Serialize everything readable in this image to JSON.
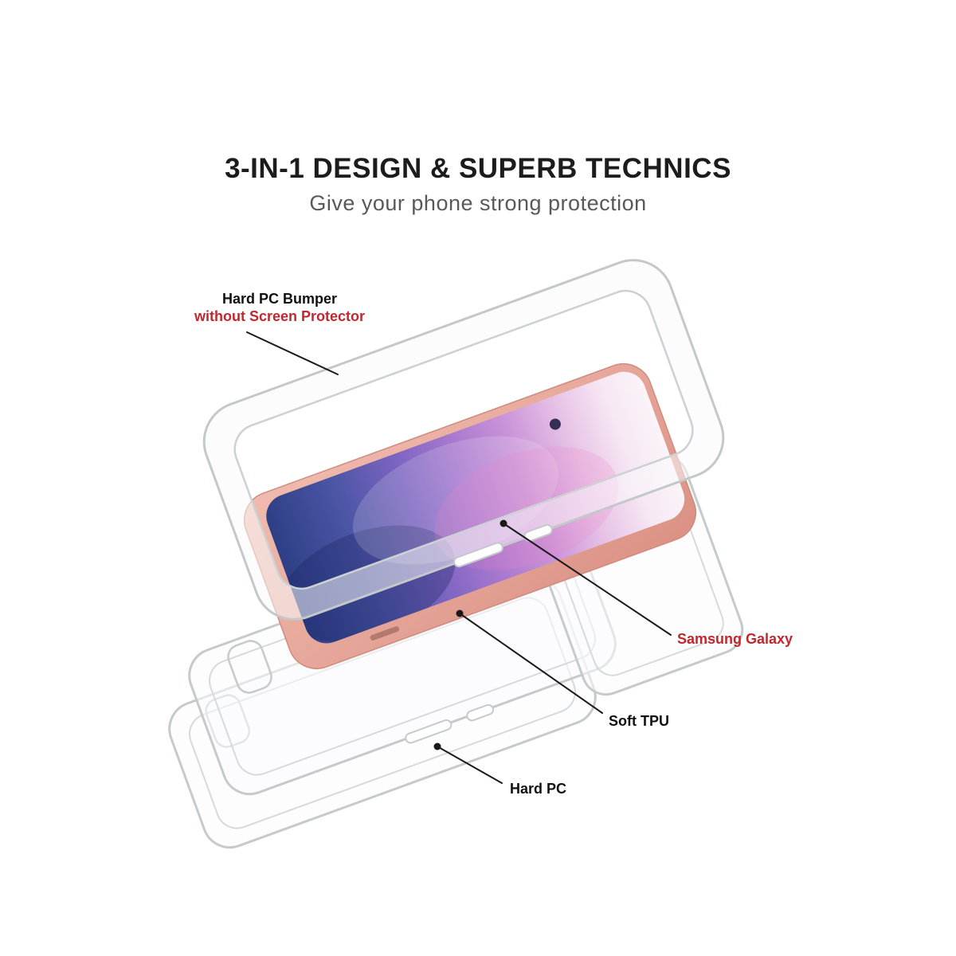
{
  "header": {
    "title": "3-IN-1 DESIGN & SUPERB TECHNICS",
    "subtitle": "Give your phone strong protection"
  },
  "callouts": {
    "bumper": {
      "line1": "Hard PC Bumper",
      "line2": "without Screen Protector"
    },
    "phone": {
      "label": "Samsung Galaxy"
    },
    "tpu": {
      "label": "Soft TPU"
    },
    "pc": {
      "label": "Hard PC"
    }
  },
  "colors": {
    "background": "#ffffff",
    "title_text": "#1c1c1c",
    "subtitle_text": "#58595b",
    "label_text": "#111111",
    "accent_red": "#c1272d",
    "case_outline": "#c5cacd",
    "case_outline_inner": "#d6dadc",
    "phone_body_pink": "#e7a99c",
    "screen_dark_blue": "#2e3f86",
    "screen_purple": "#a878cf",
    "screen_pale_pink": "#fbf4f9",
    "leader_line": "#1a1a1a"
  }
}
